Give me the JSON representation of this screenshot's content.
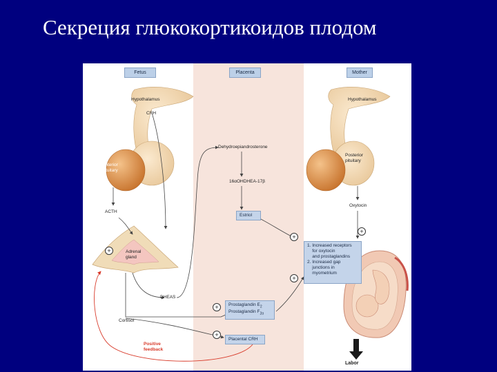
{
  "slide": {
    "title": "Секреция глюкокортикоидов плодом"
  },
  "headers": {
    "fetus": "Fetus",
    "placenta": "Placenta",
    "mother": "Mother"
  },
  "fetus": {
    "hypothalamus": "Hypothalamus",
    "crh": "CRH",
    "anterior_pituitary": "Anterior\npituitary",
    "acth": "ACTH",
    "adrenal_gland": "Adrenal\ngland",
    "dheas": "DHEAS",
    "cortisol": "Cortisol",
    "positive_feedback": "Positive\nfeedback"
  },
  "placenta": {
    "dhea": "Dehydroepiandrosterone",
    "ohdhea": "16αOHDHEA-17β",
    "estriol": "Estriol",
    "prostaglandins_line1": "Prostaglandin E",
    "prostaglandins_line1_sub": "2",
    "prostaglandins_line2": "Prostaglandin F",
    "prostaglandins_line2_sub": "2α",
    "placental_crh": "Placental CRH"
  },
  "mother": {
    "hypothalamus": "Hypothalamus",
    "posterior_pituitary": "Posterior\npituitary",
    "oxytocin": "Oxytocin",
    "effects": "1. Increased receptors\n    for oxytocin\n    and prostaglandins\n2. Increased gap\n    junctions in\n    myometrium",
    "labor": "Labor"
  },
  "colors": {
    "background": "#00007f",
    "tissue": "#f3d9b4",
    "pituitary": "#e6a060",
    "box": "#c4d4ea",
    "feedback": "#d83a2a"
  }
}
